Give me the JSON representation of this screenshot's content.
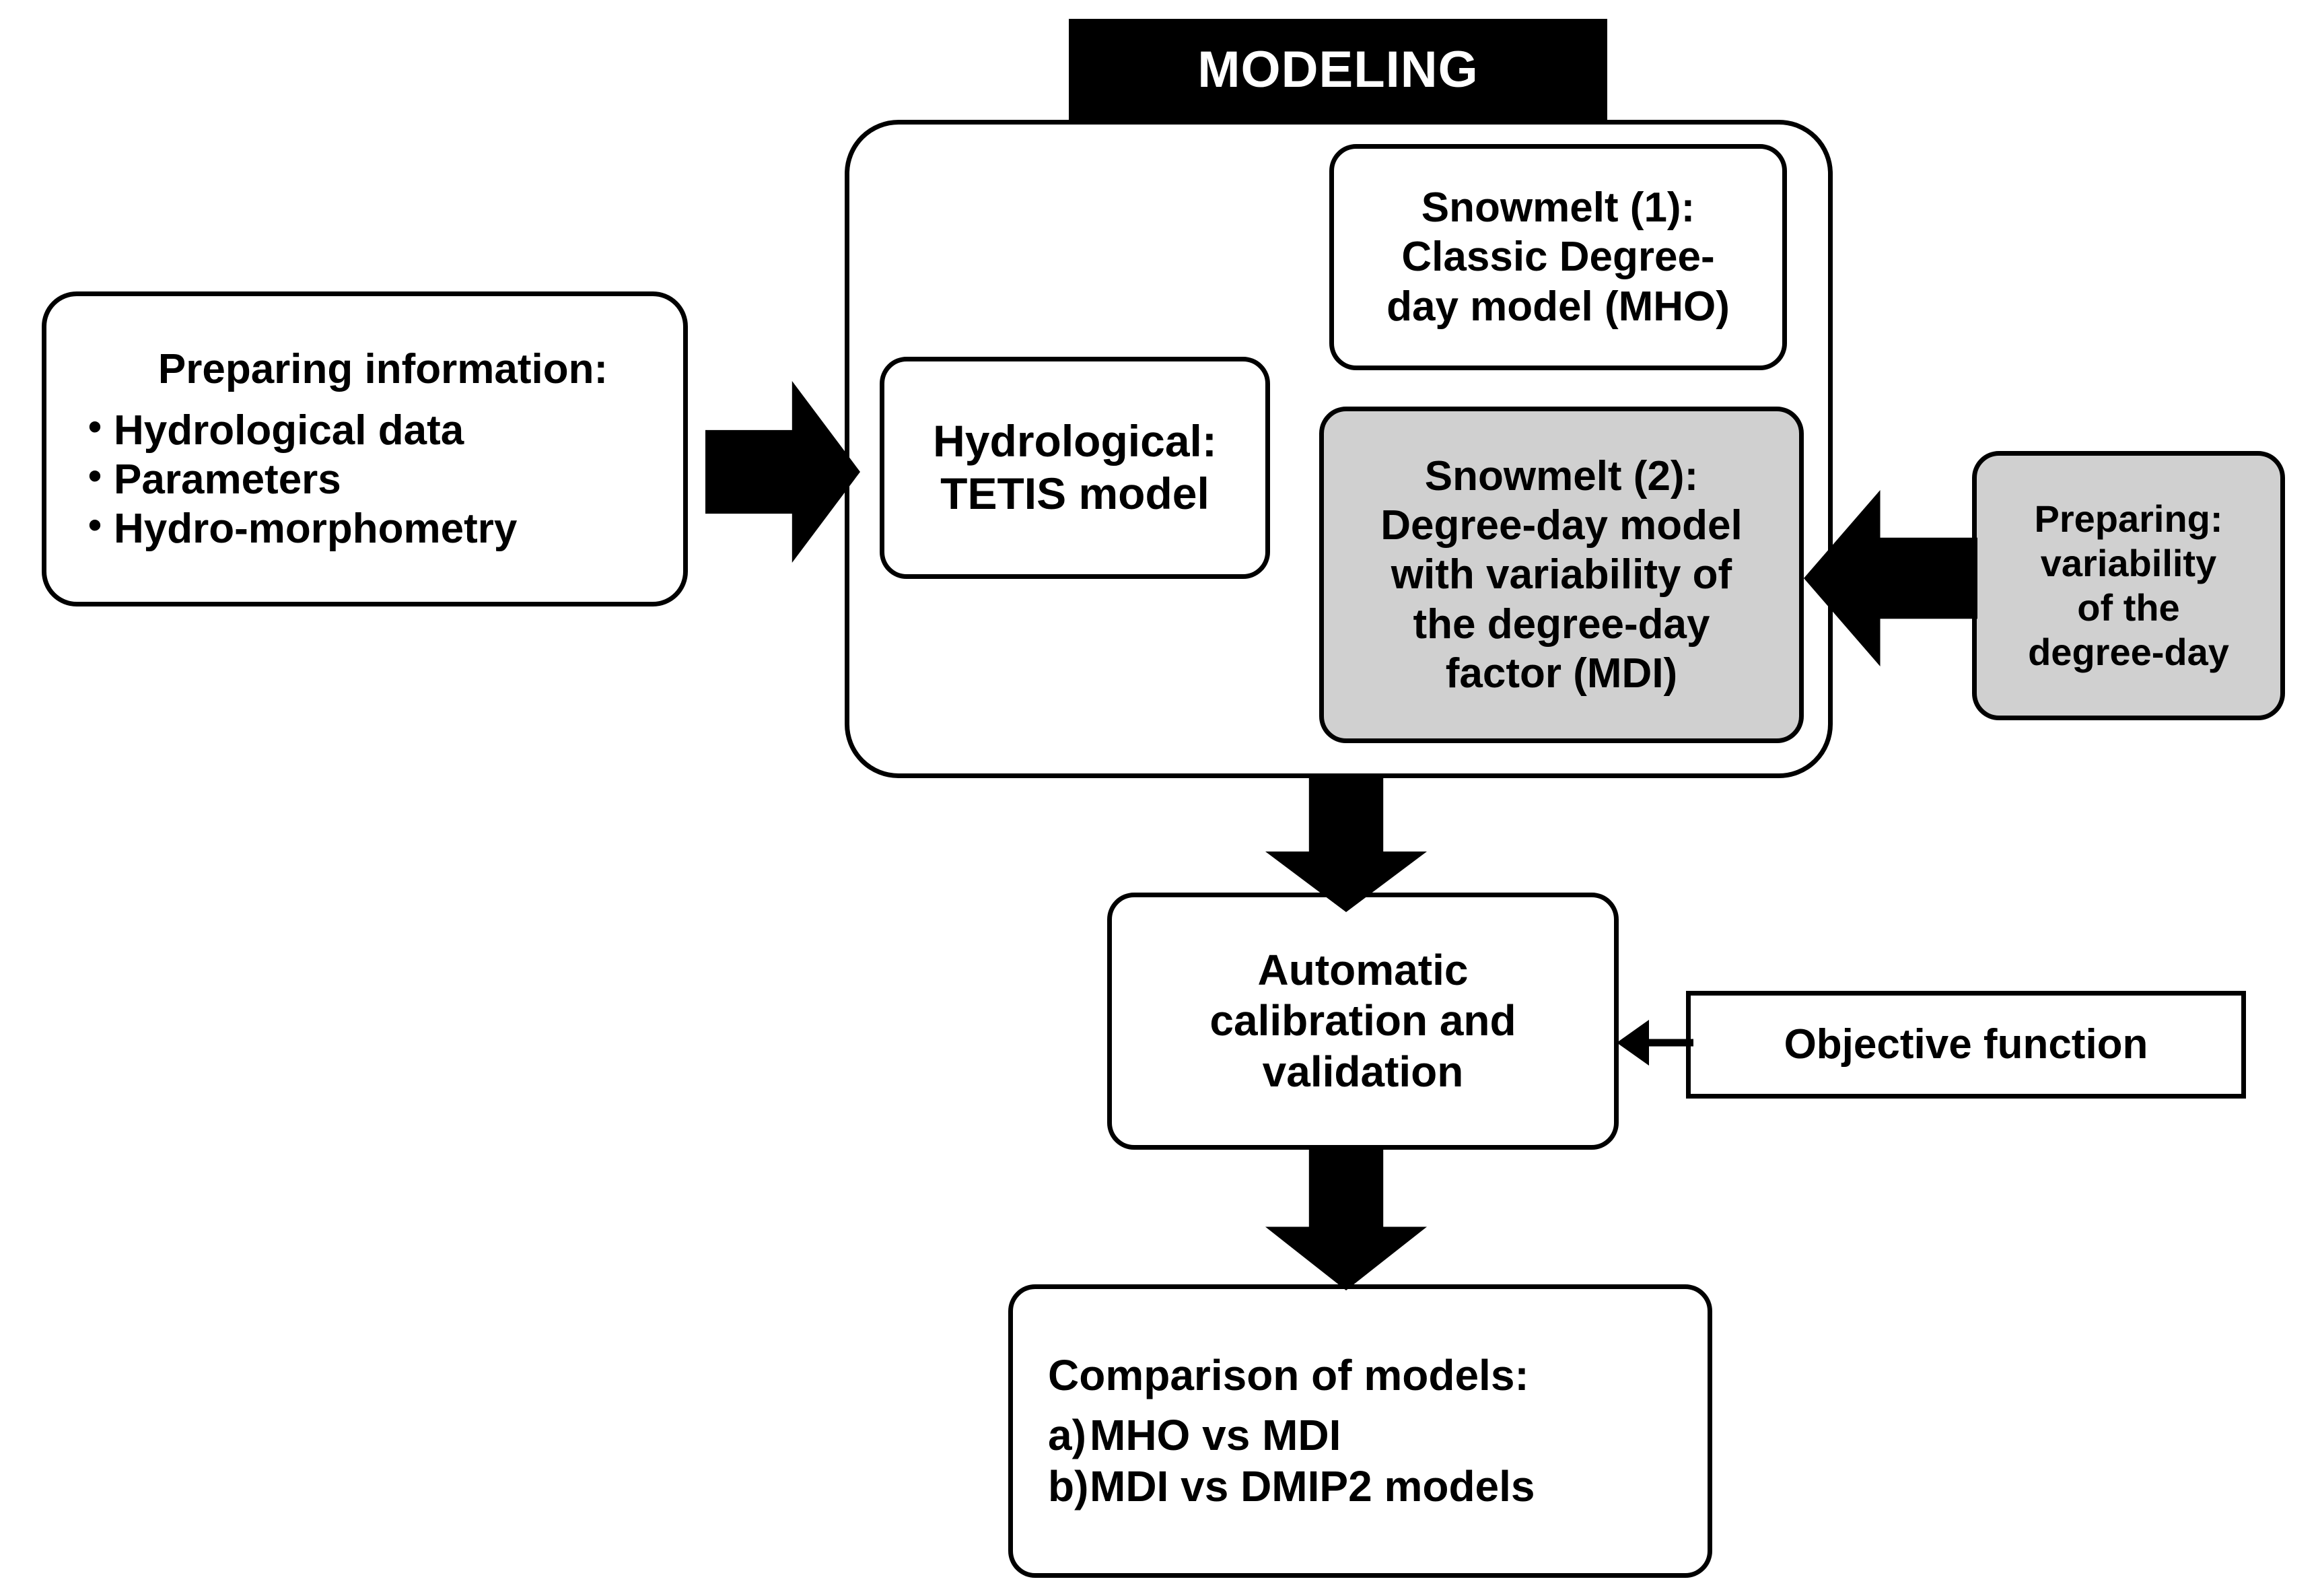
{
  "diagram": {
    "title_banner": "MODELING",
    "colors": {
      "stroke": "#000000",
      "fill_white": "#ffffff",
      "fill_gray": "#d0d0d0",
      "banner_bg": "#000000",
      "banner_text": "#ffffff"
    }
  },
  "nodes": {
    "preparing_information": {
      "heading": "Preparing information:",
      "bullets": [
        "Hydrological data",
        "Parameters",
        "Hydro-morphometry"
      ]
    },
    "hydrological_model": {
      "line1": "Hydrological:",
      "line2": "TETIS model"
    },
    "snowmelt_1": {
      "line1": "Snowmelt (1):",
      "line2": "Classic Degree-",
      "line3": "day model (MHO)"
    },
    "snowmelt_2": {
      "line1": "Snowmelt (2):",
      "line2": "Degree-day model",
      "line3": "with variability of",
      "line4": "the degree-day",
      "line5": "factor (MDI)"
    },
    "preparing_variability": {
      "line1": "Preparing:",
      "line2": "variability",
      "line3": "of the",
      "line4": "degree-day"
    },
    "calibration": {
      "line1": "Automatic",
      "line2": "calibration and",
      "line3": "validation"
    },
    "objective_function": {
      "label": "Objective function"
    },
    "comparison": {
      "heading": "Comparison of models:",
      "items": [
        {
          "mark": "a)",
          "text": "MHO vs MDI"
        },
        {
          "mark": "b)",
          "text": "MDI vs DMIP2 models"
        }
      ]
    }
  },
  "arrows": {
    "info_to_modeling": "arrow-right-block",
    "variability_to_snowmelt2": "arrow-left-block",
    "modeling_to_calibration": "arrow-down-block",
    "objective_to_calibration": "arrow-left-line",
    "calibration_to_comparison": "arrow-down-block"
  }
}
